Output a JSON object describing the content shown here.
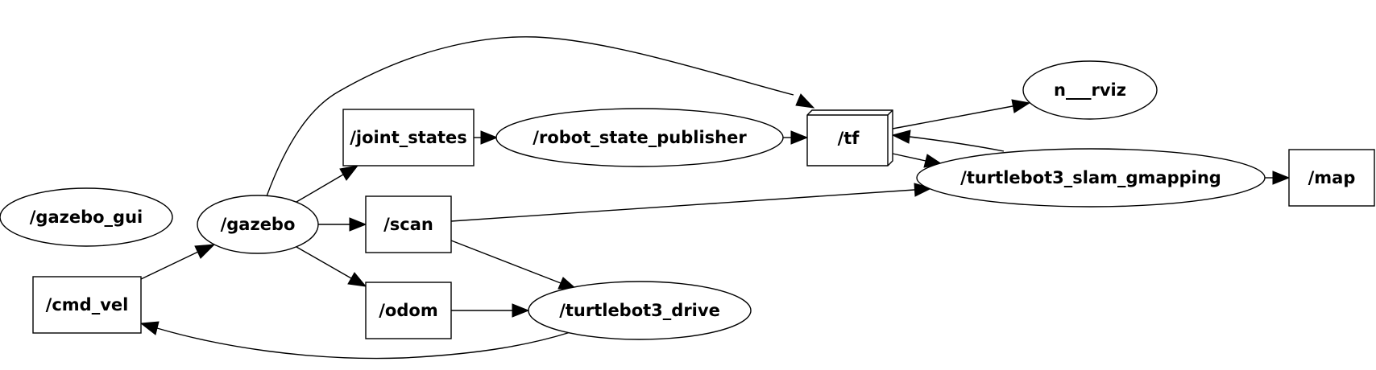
{
  "nodes": {
    "gazebo_gui": {
      "label": "/gazebo_gui",
      "shape": "ellipse"
    },
    "cmd_vel": {
      "label": "/cmd_vel",
      "shape": "box"
    },
    "gazebo": {
      "label": "/gazebo",
      "shape": "ellipse"
    },
    "joint_states": {
      "label": "/joint_states",
      "shape": "box"
    },
    "scan": {
      "label": "/scan",
      "shape": "box"
    },
    "odom": {
      "label": "/odom",
      "shape": "box"
    },
    "robot_state_publisher": {
      "label": "/robot_state_publisher",
      "shape": "ellipse"
    },
    "turtlebot3_drive": {
      "label": "/turtlebot3_drive",
      "shape": "ellipse"
    },
    "tf": {
      "label": "/tf",
      "shape": "box3d"
    },
    "rviz": {
      "label": "n___rviz",
      "shape": "ellipse"
    },
    "turtlebot3_slam_gmapping": {
      "label": "/turtlebot3_slam_gmapping",
      "shape": "ellipse"
    },
    "map": {
      "label": "/map",
      "shape": "box"
    }
  },
  "edges": [
    {
      "from": "cmd_vel",
      "to": "gazebo"
    },
    {
      "from": "gazebo",
      "to": "joint_states"
    },
    {
      "from": "gazebo",
      "to": "scan"
    },
    {
      "from": "gazebo",
      "to": "odom"
    },
    {
      "from": "gazebo",
      "to": "tf"
    },
    {
      "from": "joint_states",
      "to": "robot_state_publisher"
    },
    {
      "from": "robot_state_publisher",
      "to": "tf"
    },
    {
      "from": "scan",
      "to": "turtlebot3_slam_gmapping"
    },
    {
      "from": "scan",
      "to": "turtlebot3_drive"
    },
    {
      "from": "odom",
      "to": "turtlebot3_drive"
    },
    {
      "from": "turtlebot3_drive",
      "to": "cmd_vel"
    },
    {
      "from": "tf",
      "to": "rviz"
    },
    {
      "from": "tf",
      "to": "turtlebot3_slam_gmapping"
    },
    {
      "from": "turtlebot3_slam_gmapping",
      "to": "tf"
    },
    {
      "from": "turtlebot3_slam_gmapping",
      "to": "map"
    }
  ]
}
